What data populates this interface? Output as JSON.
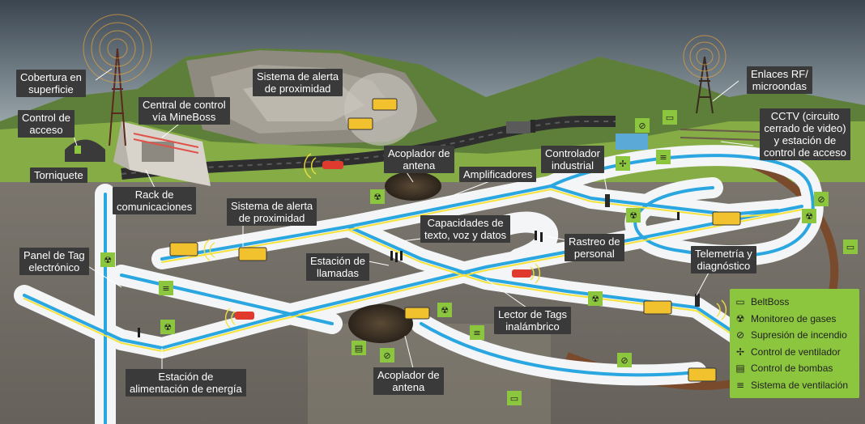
{
  "labels": {
    "cobertura": "Cobertura en\nsuperficie",
    "control_acceso": "Control de\nacceso",
    "torniquete": "Torniquete",
    "central_control": "Central de control\nvía MineBoss",
    "alerta_proximidad_top": "Sistema de alerta\nde proximidad",
    "rack": "Rack de\ncomunicaciones",
    "acoplador_top": "Acoplador de\nantena",
    "amplificadores": "Amplificadores",
    "controlador": "Controlador\nindustrial",
    "enlaces": "Enlaces RF/\nmicroondas",
    "cctv": "CCTV (circuito\ncerrado de video)\ny estación de\ncontrol de acceso",
    "alerta_proximidad_mid": "Sistema de alerta\nde proximidad",
    "capacidades": "Capacidades de\ntexto, voz y datos",
    "rastreo": "Rastreo de\npersonal",
    "panel_tag": "Panel de Tag\nelectrónico",
    "estacion_llamadas": "Estación de\nllamadas",
    "telemetria": "Telemetría y\ndiagnóstico",
    "lector_tags": "Lector de Tags\ninalámbrico",
    "estacion_energia": "Estación de\nalimentación de energía",
    "acoplador_bottom": "Acoplador de\nantena"
  },
  "legend": {
    "items": [
      {
        "icon": "beltboss-icon",
        "glyph": "▭",
        "label": "BeltBoss"
      },
      {
        "icon": "gas-monitor-icon",
        "glyph": "☢",
        "label": "Monitoreo de gases"
      },
      {
        "icon": "fire-suppression-icon",
        "glyph": "⊘",
        "label": "Supresión de incendio"
      },
      {
        "icon": "fan-control-icon",
        "glyph": "✢",
        "label": "Control de ventilador"
      },
      {
        "icon": "pump-control-icon",
        "glyph": "▤",
        "label": "Control de bombas"
      },
      {
        "icon": "ventilation-icon",
        "glyph": "≡",
        "label": "Sistema de ventilación"
      }
    ]
  },
  "colors": {
    "sky_top": "#3f4a55",
    "sky_bottom": "#9aa8ad",
    "ground": "#6f6a63",
    "grass": "#8ab247",
    "tunnel": "#f4f6f7",
    "cable_blue": "#2aa6e0",
    "cable_yellow": "#f5e23a",
    "legend_green": "#8cc63f",
    "label_bg": "#3a3a3a",
    "truck": "#f2c12e"
  }
}
